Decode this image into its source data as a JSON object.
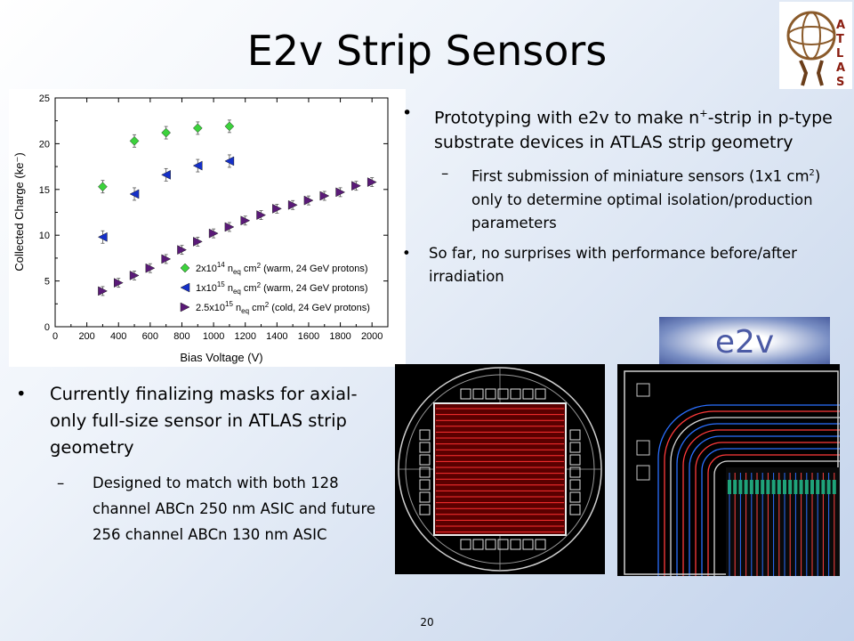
{
  "slide": {
    "title": "E2v Strip Sensors",
    "page_number": "20"
  },
  "top_bullets": {
    "b1_part1": "Prototyping with e2v to make n",
    "b1_sup": "+",
    "b1_part2": "-strip in p-type substrate devices in ATLAS strip geometry",
    "sub_part1": "First submission of miniature sensors (1x1 cm",
    "sub_sup": "2",
    "sub_part2": ") only to determine optimal isolation/production parameters",
    "b2": "So far, no surprises with performance before/after irradiation"
  },
  "bottom_bullets": {
    "b3": "Currently finalizing masks for axial-only full-size sensor in ATLAS strip geometry",
    "sub": "Designed to match with both 128 channel ABCn 250 nm ASIC and future 256 channel ABCn 130 nm ASIC"
  },
  "logos": {
    "atlas_text": "ATLAS",
    "e2v_text": "e2v"
  },
  "chart_data": {
    "type": "scatter",
    "xlabel": "Bias Voltage (V)",
    "ylabel": "Collected Charge (ke⁻)",
    "xlim": [
      0,
      2100
    ],
    "ylim": [
      0,
      25
    ],
    "xticks": [
      0,
      200,
      400,
      600,
      800,
      1000,
      1200,
      1400,
      1600,
      1800,
      2000
    ],
    "yticks": [
      0,
      5,
      10,
      15,
      20,
      25
    ],
    "grid": false,
    "legend_position": "bottom-right",
    "series": [
      {
        "name": "2x10¹⁴ n_eq cm² (warm, 24 GeV protons)",
        "color": "#3cd23c",
        "marker": "diamond",
        "x": [
          300,
          500,
          700,
          900,
          1100
        ],
        "y": [
          15.3,
          20.3,
          21.2,
          21.7,
          21.9
        ]
      },
      {
        "name": "1x10¹⁵ n_eq cm² (warm, 24 GeV protons)",
        "color": "#1530c8",
        "marker": "triangle-left",
        "x": [
          300,
          500,
          700,
          900,
          1100
        ],
        "y": [
          9.8,
          14.5,
          16.6,
          17.6,
          18.1
        ]
      },
      {
        "name": "2.5x10¹⁵ n_eq cm² (cold, 24 GeV protons)",
        "color": "#5a1a78",
        "marker": "triangle-right",
        "x": [
          300,
          400,
          500,
          600,
          700,
          800,
          900,
          1000,
          1100,
          1200,
          1300,
          1400,
          1500,
          1600,
          1700,
          1800,
          1900,
          2000
        ],
        "y": [
          3.9,
          4.8,
          5.6,
          6.4,
          7.4,
          8.4,
          9.3,
          10.2,
          10.9,
          11.6,
          12.2,
          12.9,
          13.3,
          13.8,
          14.3,
          14.7,
          15.4,
          15.8
        ]
      }
    ],
    "legend": [
      {
        "base": "2x10",
        "exp": "14",
        "unit": "n",
        "unit_sub": "eq",
        "rest": "cm",
        "rest_sup": "2",
        "tail": "(warm, 24 GeV protons)"
      },
      {
        "base": "1x10",
        "exp": "15",
        "unit": "n",
        "unit_sub": "eq",
        "rest": "cm",
        "rest_sup": "2",
        "tail": "(warm, 24 GeV protons)"
      },
      {
        "base": "2.5x10",
        "exp": "15",
        "unit": "n",
        "unit_sub": "eq",
        "rest": "cm",
        "rest_sup": "2",
        "tail": "(cold, 24 GeV protons)"
      }
    ]
  }
}
